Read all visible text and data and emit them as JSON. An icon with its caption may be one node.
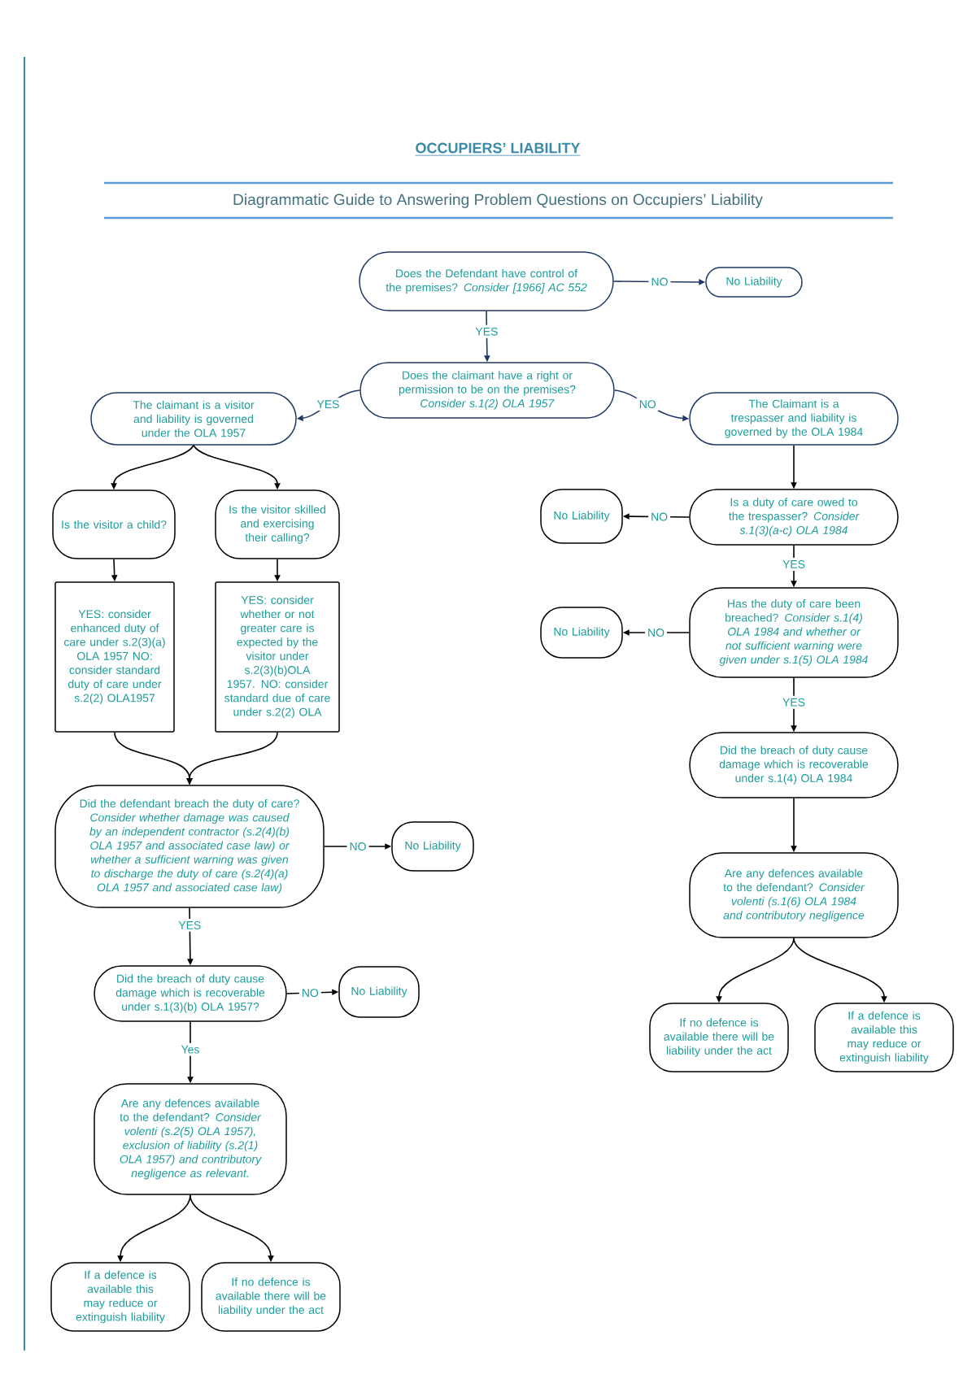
{
  "diagram": {
    "title": "OCCUPIERS’ LIABILITY",
    "nodes": [
      {
        "text": [
          "Does the Defendant have control of the premises? *Consider [1966] AC 552*"
        ]
      },
      {
        "text": [
          "No Liability"
        ]
      },
      {
        "text": [
          "Does the claimant have a right or permission to be on the premises? *Consider s.1(2) OLA 1957*"
        ]
      },
      {
        "text": [
          "The claimant is a visitor and liability is governed under the OLA 1957"
        ]
      },
      {
        "text": [
          "The Claimant is a trespasser and liability is governed by the OLA 1984"
        ]
      },
      {
        "text": [
          "Is the visitor a child?"
        ]
      },
      {
        "text": [
          "Is the visitor skilled and exercising their calling?"
        ]
      },
      {
        "text": [
          "YES: consider enhanced duty of care under s.2(3)(a) OLA 1957 NO: consider standard duty of care under s.2(2) OLA1957"
        ]
      },
      {
        "text": [
          "YES: consider whether or not greater care is expected by the visitor under s.2(3)(b)OLA 1957. NO: consider standard due of care under s.2(2) OLA"
        ]
      },
      {
        "text": [
          "Did the defendant breach the duty of care? *Consider whether damage was caused by an independent contractor (s.2(4)(b) OLA 1957 and associated case law) or whether a sufficient warning was given to discharge the duty of care (s.2(4)(a) OLA 1957 and associated case law)*"
        ]
      },
      {
        "text": [
          "No Liability"
        ]
      },
      {
        "text": [
          "Did the breach of duty cause damage which is recoverable under s.1(3)(b) OLA 1957?"
        ]
      },
      {
        "text": [
          "No Liability"
        ]
      },
      {
        "text": [
          "Are any defences available to the defendant? *Consider volenti (s.2(5) OLA 1957), exclusion of liability (s.2(1) OLA 1957) and contributory negligence as relevant.*"
        ]
      },
      {
        "text": [
          "If a defence is available this may reduce or extinguish liability"
        ]
      },
      {
        "text": [
          "If no defence is available there will be liability under the act"
        ]
      },
      {
        "text": [
          "Is a duty of care owed to the trespasser? *Consider s.1(3)(a-c) OLA 1984*"
        ]
      },
      {
        "text": [
          "No Liability"
        ]
      },
      {
        "text": [
          "Has the duty of care been breached? *Consider s.1(4) OLA 1984 and whether or not sufficient warning were given under s.1(5) OLA 1984*"
        ]
      },
      {
        "text": [
          "No Liability"
        ]
      },
      {
        "text": [
          "Did the breach of duty cause damage which is recoverable under s.1(4) OLA 1984"
        ]
      },
      {
        "text": [
          "Are any defences available to the defendant? *Consider volenti (s.1(6) OLA 1984 and contributory negligence*"
        ]
      },
      {
        "text": [
          "If no defence is available there will be liability under the act"
        ]
      },
      {
        "text": [
          "If a defence is available this may reduce or extinguish liability"
        ]
      }
    ],
    "edges": [
      {
        "from": 0,
        "to": 1,
        "arrow": "to",
        "label": "NO",
        "color": "#1f3864"
      },
      {
        "from": 0,
        "to": 2,
        "arrow": "to",
        "label": "YES",
        "color": "#1f3864"
      },
      {
        "from": 2,
        "to": 3,
        "arrow": "to",
        "label": "YES",
        "color": "#1f3864"
      },
      {
        "from": 2,
        "to": 4,
        "arrow": "to",
        "label": "NO",
        "color": "#1f3864"
      },
      {
        "from": 3,
        "to": 5,
        "arrow": "to"
      },
      {
        "from": 3,
        "to": 6,
        "arrow": "to"
      },
      {
        "from": 5,
        "to": 7,
        "arrow": "to"
      },
      {
        "from": 6,
        "to": 8,
        "arrow": "to"
      },
      {
        "from": 7,
        "to": 9,
        "arrow": "to"
      },
      {
        "from": 8,
        "to": 9,
        "arrow": "to"
      },
      {
        "from": 9,
        "to": 10,
        "arrow": "to",
        "label": "NO"
      },
      {
        "from": 9,
        "to": 11,
        "arrow": "to",
        "label": "YES"
      },
      {
        "from": 11,
        "to": 12,
        "arrow": "to",
        "label": "NO"
      },
      {
        "from": 11,
        "to": 13,
        "arrow": "to",
        "label": "Yes"
      },
      {
        "from": 13,
        "to": 14,
        "arrow": "to"
      },
      {
        "from": 13,
        "to": 15,
        "arrow": "to"
      },
      {
        "from": 4,
        "to": 16,
        "arrow": "to"
      },
      {
        "from": 16,
        "to": 17,
        "arrow": "to",
        "label": "NO"
      },
      {
        "from": 16,
        "to": 18,
        "arrow": "to",
        "label": "YES"
      },
      {
        "from": 18,
        "to": 19,
        "arrow": "to",
        "label": "NO"
      },
      {
        "from": 18,
        "to": 20,
        "arrow": "to",
        "label": "YES"
      },
      {
        "from": 20,
        "to": 21,
        "arrow": "to"
      },
      {
        "from": 21,
        "to": 22,
        "arrow": "to"
      },
      {
        "from": 21,
        "to": 23,
        "arrow": "to"
      }
    ],
    "labels": [
      "Diagrammatic Guide to Answering Problem Questions on Occupiers’ Liability"
    ]
  }
}
